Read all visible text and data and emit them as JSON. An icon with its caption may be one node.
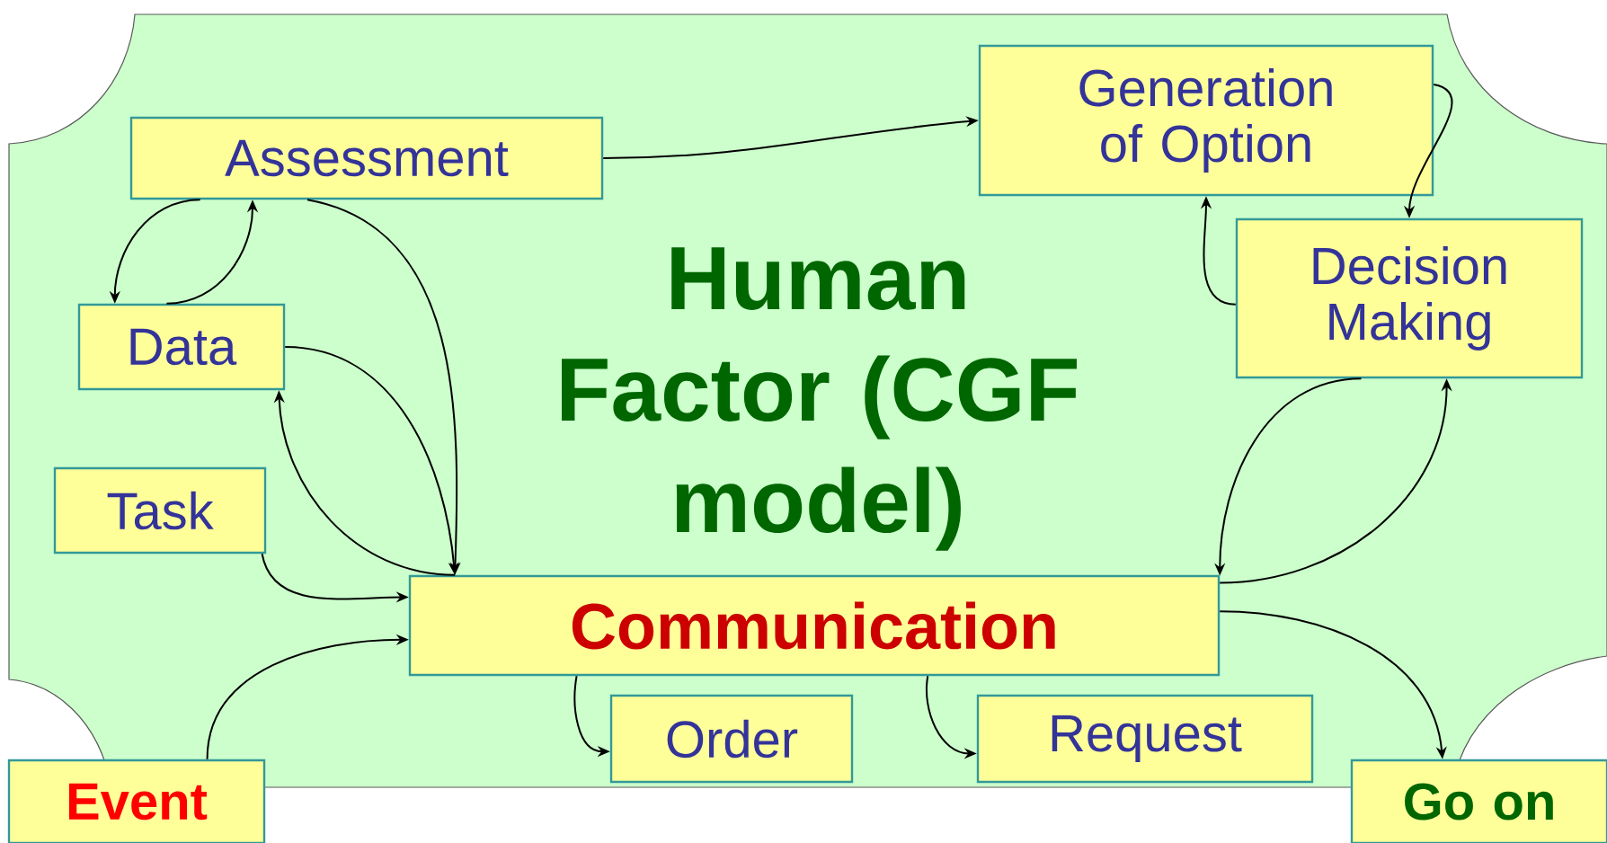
{
  "diagram": {
    "title": "Human Factor (CGF model)",
    "nodes": [
      {
        "text": [
          "Assessment"
        ]
      },
      {
        "text": [
          "Generation of Option"
        ]
      },
      {
        "text": [
          "Decision Making"
        ]
      },
      {
        "text": [
          "Data"
        ]
      },
      {
        "text": [
          "Task"
        ]
      },
      {
        "text": [
          "Communication"
        ]
      },
      {
        "text": [
          "Order"
        ]
      },
      {
        "text": [
          "Request"
        ]
      },
      {
        "text": [
          "Event"
        ]
      },
      {
        "text": [
          "Go on"
        ]
      }
    ],
    "edges": [
      {
        "from": 0,
        "to": 1,
        "arrow": "to"
      },
      {
        "from": 1,
        "to": 2,
        "arrow": "to"
      },
      {
        "from": 2,
        "to": 1,
        "arrow": "to"
      },
      {
        "from": 0,
        "to": 3,
        "arrow": "to"
      },
      {
        "from": 3,
        "to": 0,
        "arrow": "to"
      },
      {
        "from": 3,
        "to": 5,
        "arrow": "to"
      },
      {
        "from": 0,
        "to": 5,
        "arrow": "to"
      },
      {
        "from": 5,
        "to": 3,
        "arrow": "to"
      },
      {
        "from": 4,
        "to": 5,
        "arrow": "to"
      },
      {
        "from": 8,
        "to": 5,
        "arrow": "to"
      },
      {
        "from": 5,
        "to": 2,
        "arrow": "to"
      },
      {
        "from": 2,
        "to": 5,
        "arrow": "to"
      },
      {
        "from": 5,
        "to": 6,
        "arrow": "to"
      },
      {
        "from": 5,
        "to": 7,
        "arrow": "to"
      },
      {
        "from": 5,
        "to": 9,
        "arrow": "to"
      }
    ]
  }
}
